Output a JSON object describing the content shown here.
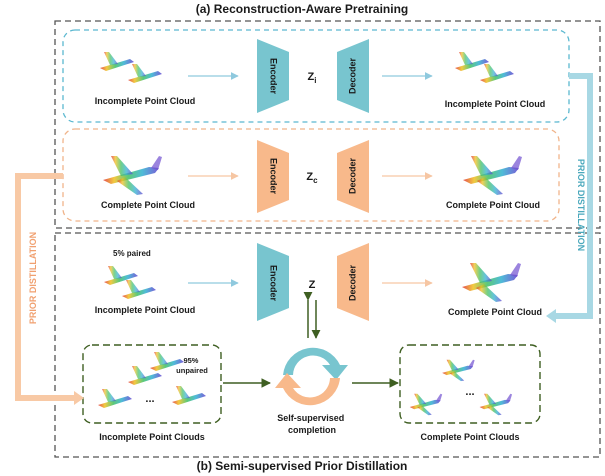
{
  "titles": {
    "top": "(a)  Reconstruction-Aware Pretraining",
    "bottom": "(b) Semi-supervised Prior Distillation"
  },
  "section_a": {
    "row_incomplete": {
      "input_label": "Incomplete Point Cloud",
      "encoder": "Encoder",
      "latent": "Zi",
      "decoder": "Decoder",
      "output_label": "Incomplete Point Cloud"
    },
    "row_complete": {
      "input_label": "Complete Point Cloud",
      "encoder": "Encoder",
      "latent": "Zc",
      "decoder": "Decoder",
      "output_label": "Complete Point Cloud"
    }
  },
  "section_b": {
    "paired_note": "5% paired",
    "input_label": "Incomplete Point Cloud",
    "encoder": "Encoder",
    "latent": "Z",
    "decoder": "Decoder",
    "output_label": "Complete Point Cloud",
    "unpaired_note": "95%\nunpaired",
    "ellipsis": "...",
    "unlabeled_input_label": "Incomplete Point Clouds",
    "cycle_label": "Self-supervised\ncompletion",
    "unlabeled_output_label": "Complete Point Clouds"
  },
  "side_labels": {
    "left": "PRIOR DISTILLATION",
    "right": "PRIOR DISTILLATION"
  },
  "colors": {
    "blue_block": "#78c5cf",
    "orange_block": "#f8b98b",
    "blue_arrow": "#8fc9de",
    "orange_arrow": "#f6c6a3",
    "green": "#3f5f22",
    "dashed_blue": "#5bb8d0",
    "dashed_orange": "#f0b48a",
    "outer_dash": "#555555"
  }
}
